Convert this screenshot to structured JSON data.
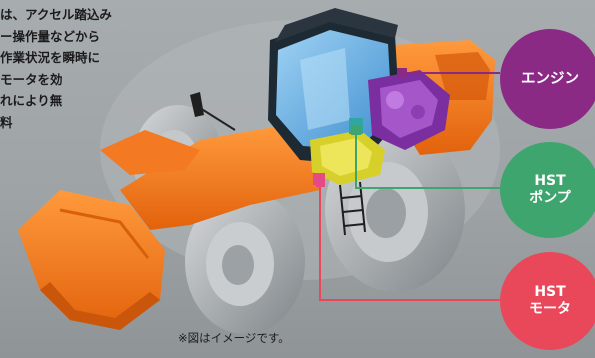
{
  "body_text": [
    "は、アクセル踏込み",
    "ー操作量などから",
    "作業状況を瞬時に",
    "モータを効",
    "れにより無",
    "料"
  ],
  "labels": {
    "engine": [
      "エンジン"
    ],
    "hst_pump": [
      "HST",
      "ポンプ"
    ],
    "hst_motor": [
      "HST",
      "モータ"
    ]
  },
  "caption": "※図はイメージです。",
  "colors": {
    "engine": "#8a2a85",
    "hst_pump": "#3ea56f",
    "hst_motor": "#e9485a",
    "machine_body": "#f0741c",
    "cab_glass": "#6fb6e8"
  }
}
